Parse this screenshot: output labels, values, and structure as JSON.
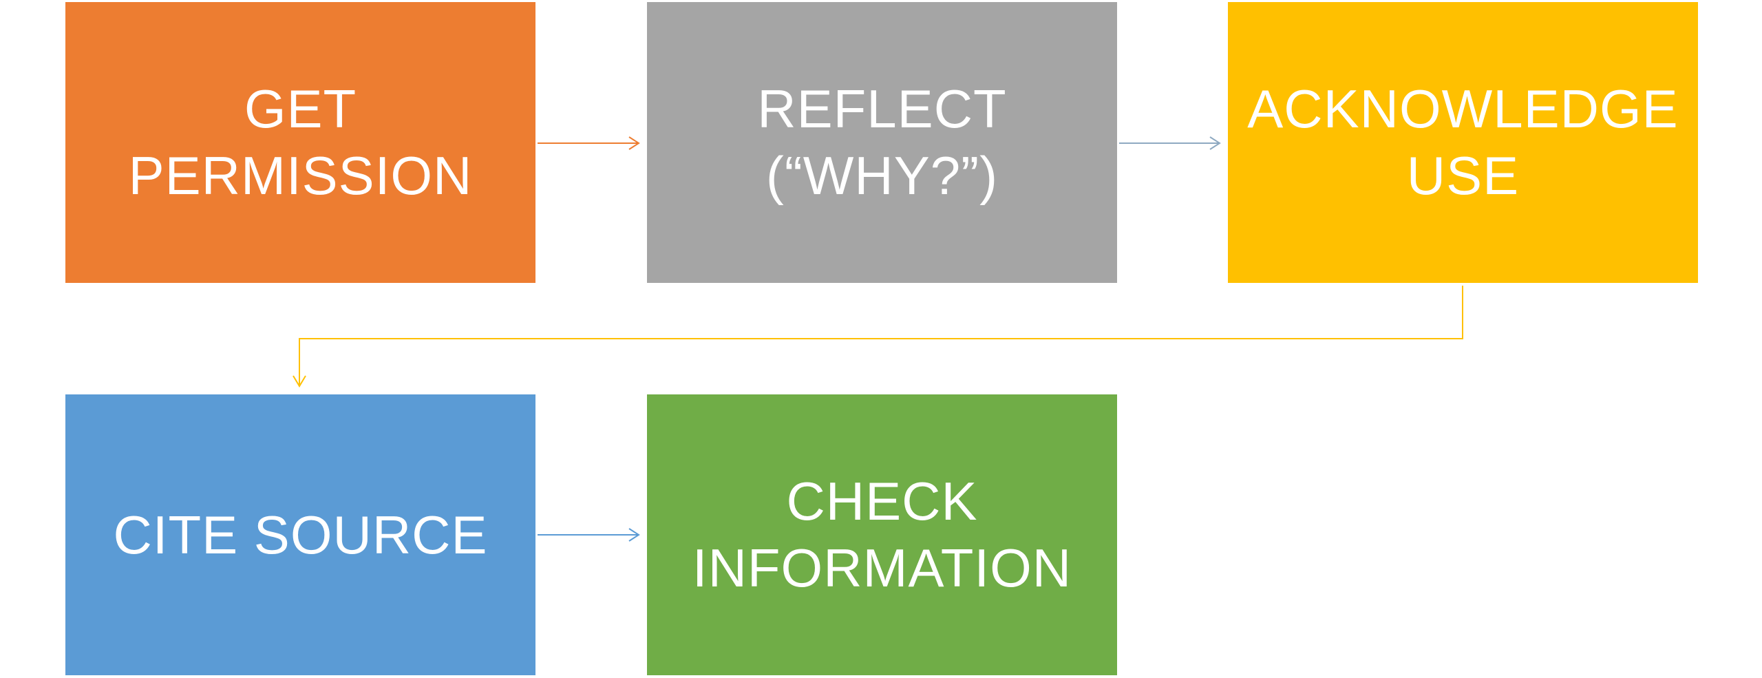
{
  "steps": [
    {
      "label": "GET\nPERMISSION",
      "color": "#ED7D31"
    },
    {
      "label": "REFLECT\n(“WHY?”)",
      "color": "#A5A5A5"
    },
    {
      "label": "ACKNOWLEDGE\nUSE",
      "color": "#FFC000"
    },
    {
      "label": "CITE SOURCE",
      "color": "#5B9BD5"
    },
    {
      "label": "CHECK\nINFORMATION",
      "color": "#70AD47"
    }
  ],
  "connectors": [
    {
      "from": 1,
      "to": 2,
      "color": "#ED7D31"
    },
    {
      "from": 2,
      "to": 3,
      "color": "#8EA9C1"
    },
    {
      "from": 3,
      "to": 4,
      "color": "#FFC000"
    },
    {
      "from": 4,
      "to": 5,
      "color": "#5B9BD5"
    }
  ]
}
